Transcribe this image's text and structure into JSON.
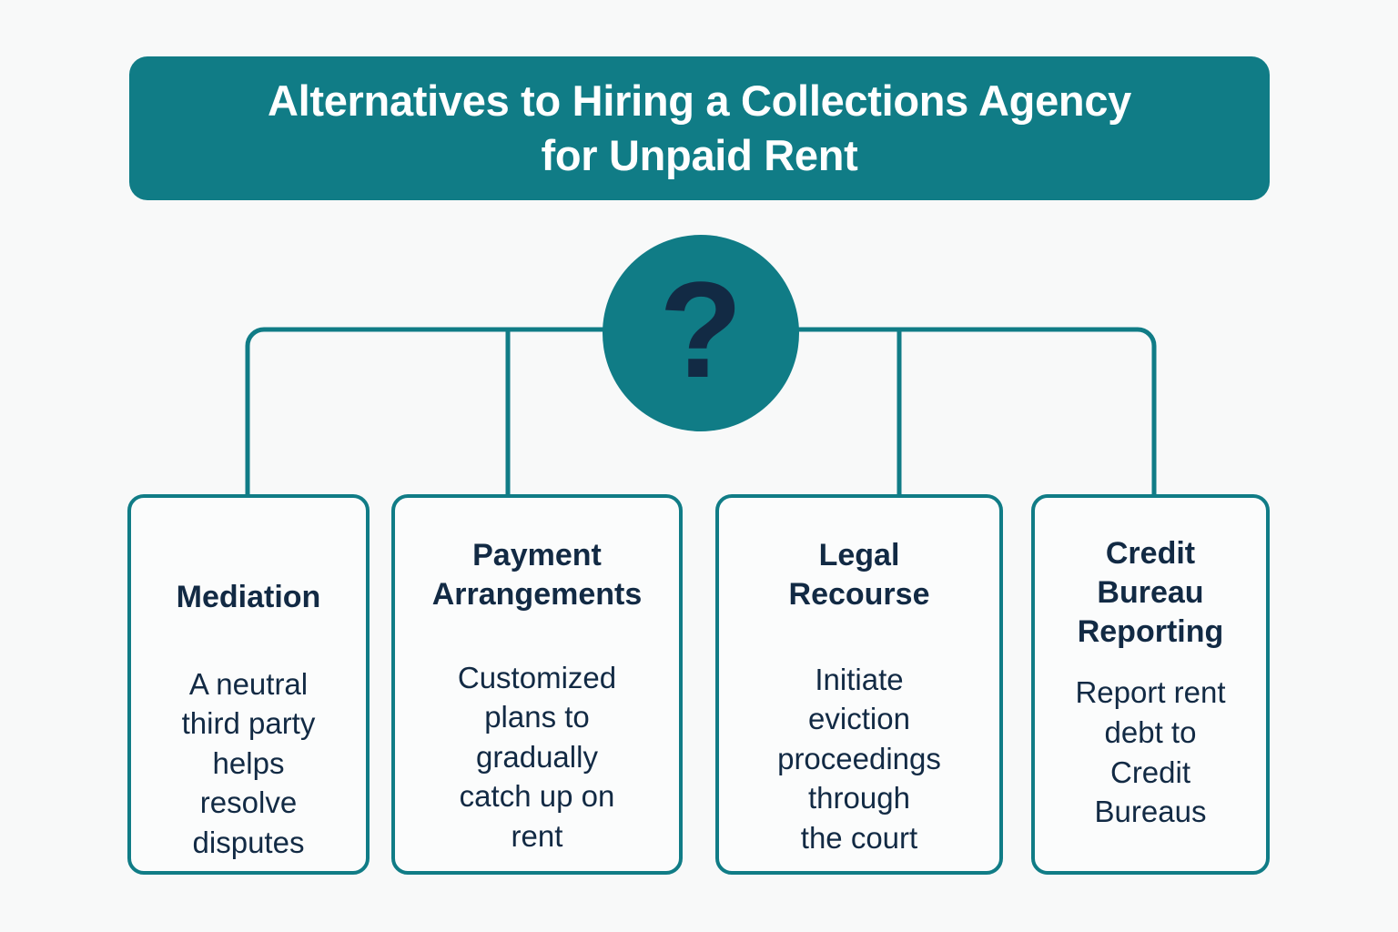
{
  "colors": {
    "background": "#f8f9f9",
    "teal": "#107c86",
    "navy": "#122a44",
    "card_fill": "#fbfcfc",
    "title_text": "#ffffff"
  },
  "header": {
    "title": "Alternatives to Hiring a Collections Agency\nfor Unpaid Rent"
  },
  "hub": {
    "icon": "question-mark-icon",
    "glyph": "?"
  },
  "cards": [
    {
      "id": "mediation",
      "title": "Mediation",
      "body": "A neutral\nthird party\nhelps\nresolve\ndisputes"
    },
    {
      "id": "payment",
      "title": "Payment\nArrangements",
      "body": "Customized\nplans to\ngradually\ncatch up on\nrent"
    },
    {
      "id": "legal",
      "title": "Legal\nRecourse",
      "body": "Initiate\neviction\nproceedings\nthrough\nthe court"
    },
    {
      "id": "credit",
      "title": "Credit\nBureau\nReporting",
      "body": "Report rent\ndebt to\nCredit\nBureaus"
    }
  ],
  "chart_data": {
    "type": "diagram",
    "title": "Alternatives to Hiring a Collections Agency for Unpaid Rent",
    "structure": "one-to-many tree: central hub node branches to four leaf cards",
    "hub_label": "?",
    "branches": [
      {
        "label": "Mediation",
        "detail": "A neutral third party helps resolve disputes"
      },
      {
        "label": "Payment Arrangements",
        "detail": "Customized plans to gradually catch up on rent"
      },
      {
        "label": "Legal Recourse",
        "detail": "Initiate eviction proceedings through the court"
      },
      {
        "label": "Credit Bureau Reporting",
        "detail": "Report rent debt to Credit Bureaus"
      }
    ]
  }
}
